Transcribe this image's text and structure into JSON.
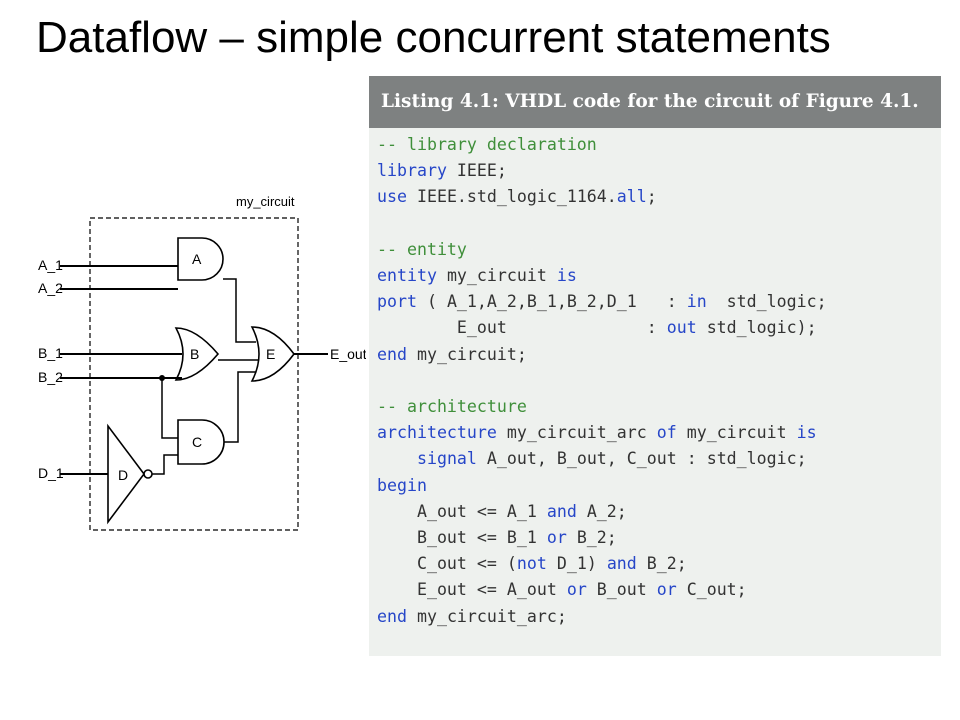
{
  "slide": {
    "title": "Dataflow – simple concurrent statements"
  },
  "diagram": {
    "box_label": "my_circuit",
    "inputs": [
      "A_1",
      "A_2",
      "B_1",
      "B_2",
      "D_1"
    ],
    "output": "E_out",
    "gates": {
      "and_a": "A",
      "or_b": "B",
      "and_c": "C",
      "not_d": "D",
      "or_e": "E"
    }
  },
  "listing": {
    "header": "Listing 4.1: VHDL code for the circuit of Figure 4.1.",
    "lines": [
      [
        [
          "cm",
          "-- library declaration"
        ]
      ],
      [
        [
          "kw",
          "library"
        ],
        [
          "",
          " IEEE;"
        ]
      ],
      [
        [
          "kw",
          "use"
        ],
        [
          "",
          " IEEE.std_logic_1164."
        ],
        [
          "kw",
          "all"
        ],
        [
          "",
          ";"
        ]
      ],
      [
        [
          "",
          ""
        ]
      ],
      [
        [
          "cm",
          "-- entity"
        ]
      ],
      [
        [
          "kw",
          "entity"
        ],
        [
          "",
          " my_circuit "
        ],
        [
          "kw",
          "is"
        ]
      ],
      [
        [
          "kw",
          "port"
        ],
        [
          "",
          " ( A_1,A_2,B_1,B_2,D_1   : "
        ],
        [
          "kw",
          "in"
        ],
        [
          "",
          "  std_logic;"
        ]
      ],
      [
        [
          "",
          "        E_out              : "
        ],
        [
          "kw",
          "out"
        ],
        [
          "",
          " std_logic);"
        ]
      ],
      [
        [
          "kw",
          "end"
        ],
        [
          "",
          " my_circuit;"
        ]
      ],
      [
        [
          "",
          ""
        ]
      ],
      [
        [
          "cm",
          "-- architecture"
        ]
      ],
      [
        [
          "kw",
          "architecture"
        ],
        [
          "",
          " my_circuit_arc "
        ],
        [
          "kw",
          "of"
        ],
        [
          "",
          " my_circuit "
        ],
        [
          "kw",
          "is"
        ]
      ],
      [
        [
          "",
          "    "
        ],
        [
          "kw",
          "signal"
        ],
        [
          "",
          " A_out, B_out, C_out : std_logic;"
        ]
      ],
      [
        [
          "kw",
          "begin"
        ]
      ],
      [
        [
          "",
          "    A_out <= A_1 "
        ],
        [
          "kw",
          "and"
        ],
        [
          "",
          " A_2;"
        ]
      ],
      [
        [
          "",
          "    B_out <= B_1 "
        ],
        [
          "kw",
          "or"
        ],
        [
          "",
          " B_2;"
        ]
      ],
      [
        [
          "",
          "    C_out <= ("
        ],
        [
          "kw",
          "not"
        ],
        [
          "",
          " D_1) "
        ],
        [
          "kw",
          "and"
        ],
        [
          "",
          " B_2;"
        ]
      ],
      [
        [
          "",
          "    E_out <= A_out "
        ],
        [
          "kw",
          "or"
        ],
        [
          "",
          " B_out "
        ],
        [
          "kw",
          "or"
        ],
        [
          "",
          " C_out;"
        ]
      ],
      [
        [
          "kw",
          "end"
        ],
        [
          "",
          " my_circuit_arc;"
        ]
      ]
    ]
  }
}
